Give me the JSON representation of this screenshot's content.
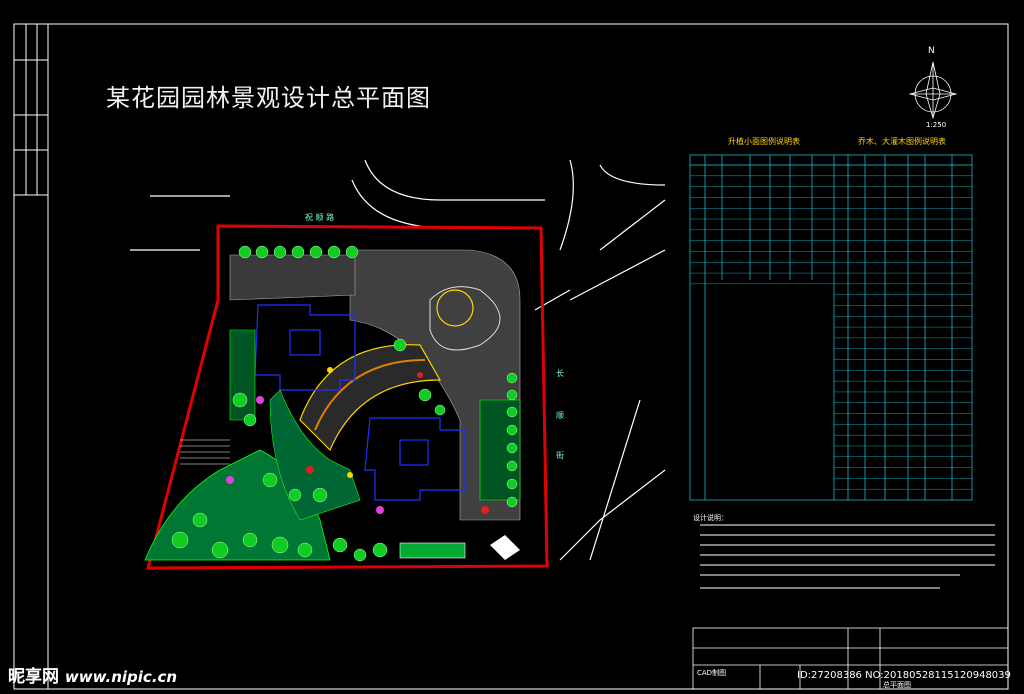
{
  "drawing": {
    "title": "某花园园林景观设计总平面图",
    "scale": "1:250",
    "north_label": "N",
    "road_top": "祝 顺 路",
    "road_right_1": "长",
    "road_right_2": "顺",
    "road_right_3": "街"
  },
  "tables": {
    "left_heading": "升植小面图例说明表",
    "right_heading": "乔木、大灌木图例说明表",
    "rows": 31
  },
  "notes": {
    "heading": "设计说明："
  },
  "title_block": {
    "cad_label": "CAD制图",
    "sheet_label": "总平面图"
  },
  "watermark": {
    "brand": "昵享网",
    "url": "www.nipic.cn",
    "id_text": "ID:27208386 NO:20180528115120948039"
  },
  "colors": {
    "line": "#ffffff",
    "boundary": "#e00000",
    "table": "#19d0e0",
    "building": "#2030ff",
    "plant": "#10e010"
  }
}
